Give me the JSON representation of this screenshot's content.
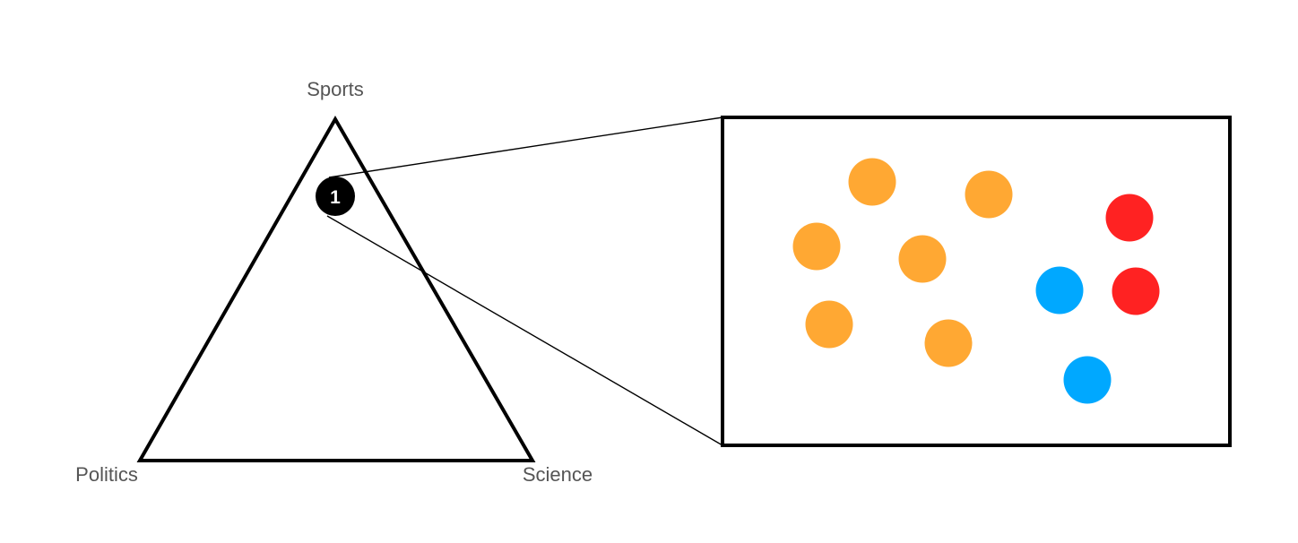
{
  "triangle": {
    "top_label": "Sports",
    "left_label": "Politics",
    "right_label": "Science"
  },
  "marker": {
    "label": "1"
  },
  "colors": {
    "orange": "#FFA833",
    "red": "#FF2222",
    "blue": "#00A8FF",
    "outline": "#000000",
    "label": "#555555"
  },
  "zoom_panel": {
    "dots": [
      {
        "color": "orange"
      },
      {
        "color": "orange"
      },
      {
        "color": "orange"
      },
      {
        "color": "orange"
      },
      {
        "color": "orange"
      },
      {
        "color": "orange"
      },
      {
        "color": "red"
      },
      {
        "color": "red"
      },
      {
        "color": "blue"
      },
      {
        "color": "blue"
      }
    ]
  }
}
